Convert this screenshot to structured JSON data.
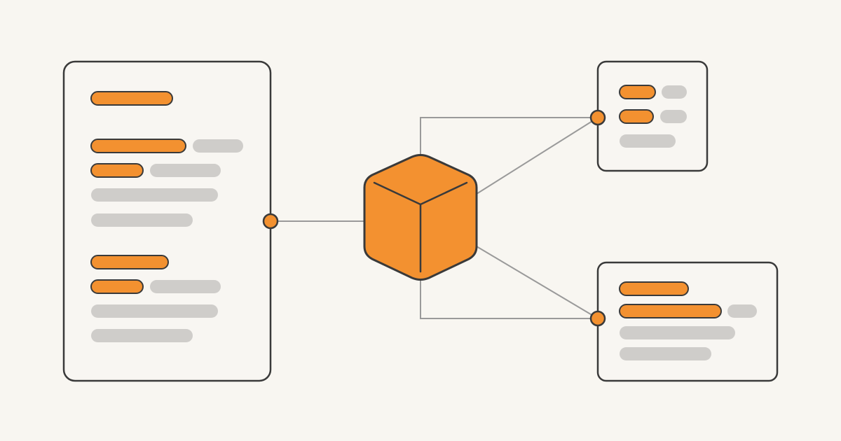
{
  "colors": {
    "background": "#f8f6f1",
    "panel_fill": "#f8f6f2",
    "outline": "#3a3a3a",
    "accent": "#f39130",
    "placeholder": "#cfcdca",
    "connector": "#9a9a9a"
  },
  "diagram": {
    "nodes": [
      {
        "id": "source-panel",
        "kind": "panel",
        "rows": [
          [
            "accent"
          ],
          [
            "accent",
            "placeholder"
          ],
          [
            "accent",
            "placeholder"
          ],
          [
            "placeholder"
          ],
          [
            "placeholder"
          ],
          [
            "accent"
          ],
          [
            "accent",
            "placeholder"
          ],
          [
            "placeholder"
          ],
          [
            "placeholder"
          ]
        ]
      },
      {
        "id": "central-hub",
        "kind": "cube",
        "icon": "cube-icon"
      },
      {
        "id": "output-panel-top",
        "kind": "panel",
        "rows": [
          [
            "accent",
            "placeholder"
          ],
          [
            "accent",
            "placeholder"
          ],
          [
            "placeholder"
          ]
        ]
      },
      {
        "id": "output-panel-bottom",
        "kind": "panel",
        "rows": [
          [
            "accent"
          ],
          [
            "accent",
            "placeholder"
          ],
          [
            "placeholder"
          ],
          [
            "placeholder"
          ]
        ]
      }
    ],
    "edges": [
      {
        "from": "source-panel",
        "to": "central-hub"
      },
      {
        "from": "central-hub",
        "to": "output-panel-top"
      },
      {
        "from": "central-hub",
        "to": "output-panel-bottom"
      }
    ]
  }
}
